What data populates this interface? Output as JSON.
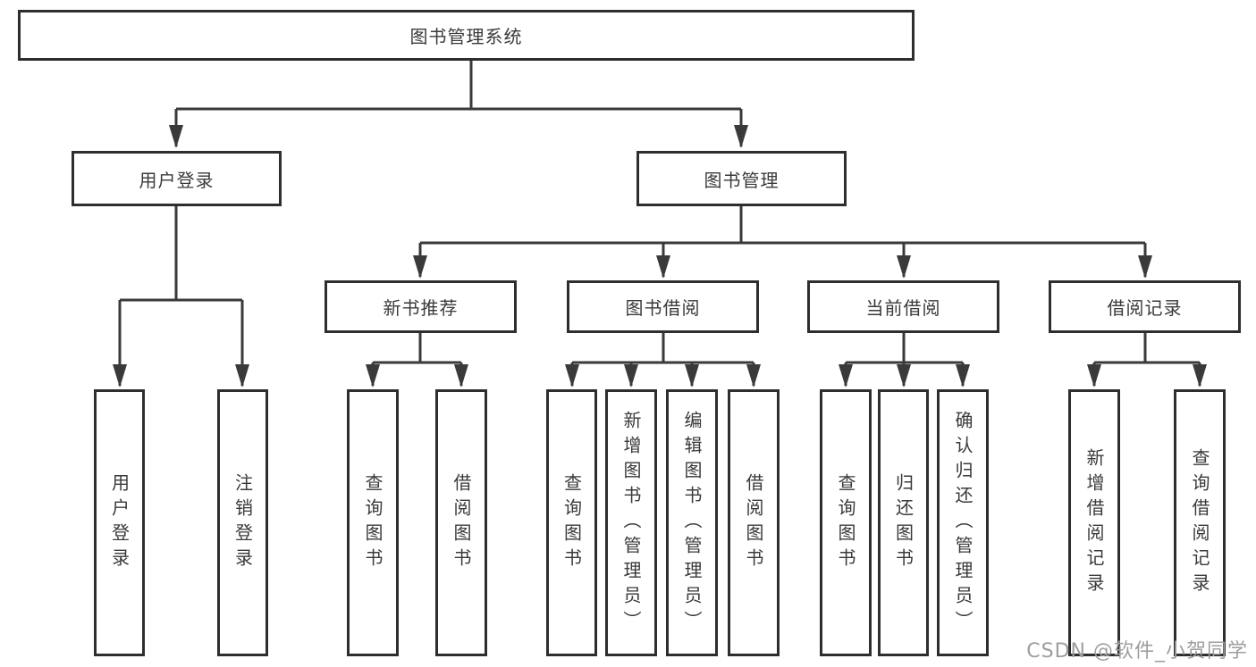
{
  "diagram": {
    "root": {
      "label": "图书管理系统"
    },
    "user_login_branch": {
      "label": "用户登录",
      "children": [
        {
          "label": "用户登录"
        },
        {
          "label": "注销登录"
        }
      ]
    },
    "book_management_branch": {
      "label": "图书管理",
      "children": [
        {
          "label": "新书推荐",
          "children": [
            {
              "label": "查询图书"
            },
            {
              "label": "借阅图书"
            }
          ]
        },
        {
          "label": "图书借阅",
          "children": [
            {
              "label": "查询图书"
            },
            {
              "label": "新增图书（管理员）"
            },
            {
              "label": "编辑图书（管理员）"
            },
            {
              "label": "借阅图书"
            }
          ]
        },
        {
          "label": "当前借阅",
          "children": [
            {
              "label": "查询图书"
            },
            {
              "label": "归还图书"
            },
            {
              "label": "确认归还（管理员）"
            }
          ]
        },
        {
          "label": "借阅记录",
          "children": [
            {
              "label": "新增借阅记录"
            },
            {
              "label": "查询借阅记录"
            }
          ]
        }
      ]
    }
  },
  "watermark": {
    "text": "CSDN @软件_小贺同学"
  },
  "colors": {
    "line": "#3a3a3a",
    "box_border": "#2e2e2e",
    "text": "#3a3a3a",
    "watermark": "#9e9e9e",
    "background": "#ffffff"
  }
}
